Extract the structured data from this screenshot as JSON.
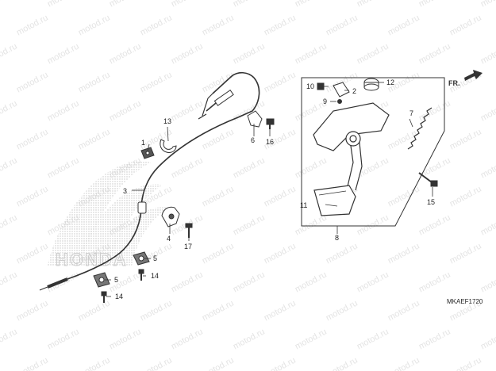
{
  "diagram": {
    "code": "MKAEF1720",
    "fr_label": "FR.",
    "watermark": "motod.ru",
    "brand": "HONDA",
    "callouts": [
      {
        "id": "c1",
        "label": "1"
      },
      {
        "id": "c2",
        "label": "2"
      },
      {
        "id": "c3",
        "label": "3"
      },
      {
        "id": "c4",
        "label": "4"
      },
      {
        "id": "c5a",
        "label": "5"
      },
      {
        "id": "c5b",
        "label": "5"
      },
      {
        "id": "c6",
        "label": "6"
      },
      {
        "id": "c7",
        "label": "7"
      },
      {
        "id": "c8",
        "label": "8"
      },
      {
        "id": "c9",
        "label": "9"
      },
      {
        "id": "c10",
        "label": "10"
      },
      {
        "id": "c11",
        "label": "11"
      },
      {
        "id": "c12",
        "label": "12"
      },
      {
        "id": "c13",
        "label": "13"
      },
      {
        "id": "c14a",
        "label": "14"
      },
      {
        "id": "c14b",
        "label": "14"
      },
      {
        "id": "c15",
        "label": "15"
      },
      {
        "id": "c16",
        "label": "16"
      },
      {
        "id": "c17",
        "label": "17"
      }
    ]
  }
}
